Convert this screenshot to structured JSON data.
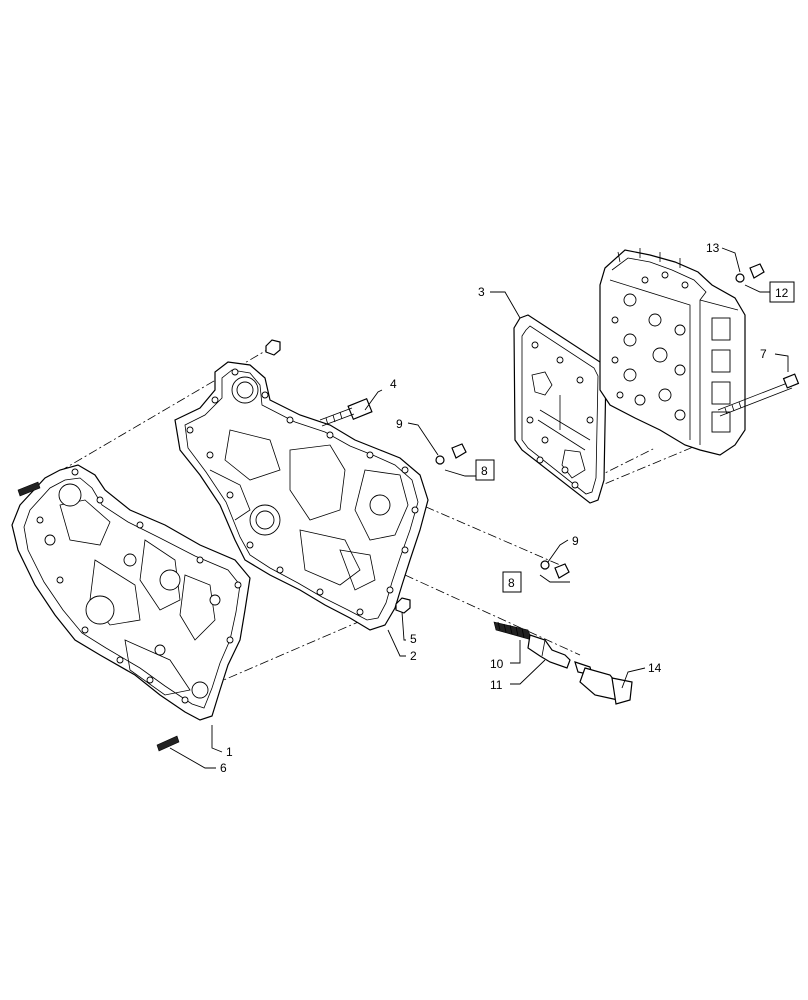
{
  "callouts": {
    "c1": "1",
    "c2": "2",
    "c3": "3",
    "c4": "4",
    "c5": "5",
    "c6": "6",
    "c7": "7",
    "c8a": "8",
    "c8b": "8",
    "c9a": "9",
    "c9b": "9",
    "c10": "10",
    "c11": "11",
    "c12": "12",
    "c13": "13",
    "c14": "14"
  }
}
